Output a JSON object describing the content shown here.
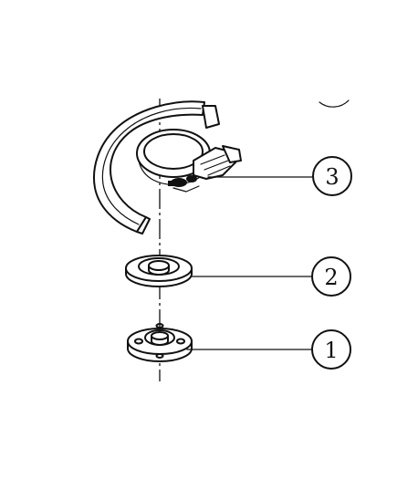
{
  "callouts": [
    {
      "number": "3",
      "part": "wheel-guard"
    },
    {
      "number": "2",
      "part": "inner-flange"
    },
    {
      "number": "1",
      "part": "outer-flange-nut"
    }
  ]
}
